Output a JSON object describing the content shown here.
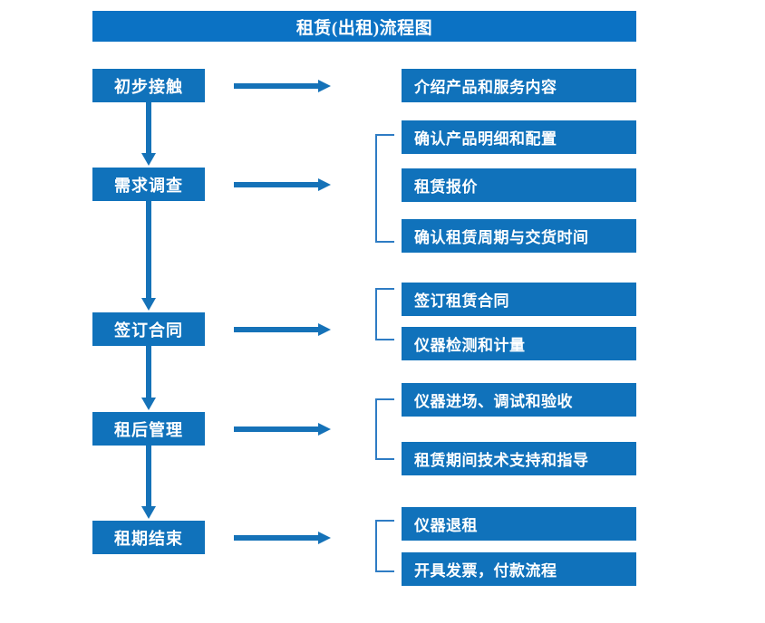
{
  "title": "租赁(出租)流程图",
  "colors": {
    "title_bar": "#0b72c4",
    "box": "#1072bb",
    "arrow": "#1572b8",
    "bracket": "#2e7cc4",
    "text": "#ffffff",
    "background": "#ffffff"
  },
  "stages": [
    {
      "id": "initial-contact",
      "label": "初步接触"
    },
    {
      "id": "demand-survey",
      "label": "需求调查"
    },
    {
      "id": "sign-contract",
      "label": "签订合同"
    },
    {
      "id": "post-rent-mgmt",
      "label": "租后管理"
    },
    {
      "id": "lease-end",
      "label": "租期结束"
    }
  ],
  "details": [
    {
      "id": "intro-products",
      "label": "介绍产品和服务内容"
    },
    {
      "id": "confirm-spec",
      "label": "确认产品明细和配置"
    },
    {
      "id": "rental-quote",
      "label": "租赁报价"
    },
    {
      "id": "confirm-period",
      "label": "确认租赁周期与交货时间"
    },
    {
      "id": "sign-lease-contract",
      "label": "签订租赁合同"
    },
    {
      "id": "instrument-test",
      "label": "仪器检测和计量"
    },
    {
      "id": "instrument-install",
      "label": "仪器进场、调试和验收"
    },
    {
      "id": "tech-support",
      "label": "租赁期间技术支持和指导"
    },
    {
      "id": "instrument-return",
      "label": "仪器退租"
    },
    {
      "id": "invoice-payment",
      "label": "开具发票，付款流程"
    }
  ],
  "connectors": {
    "right_arrows": 5,
    "down_arrows": 4,
    "brackets": 4
  }
}
